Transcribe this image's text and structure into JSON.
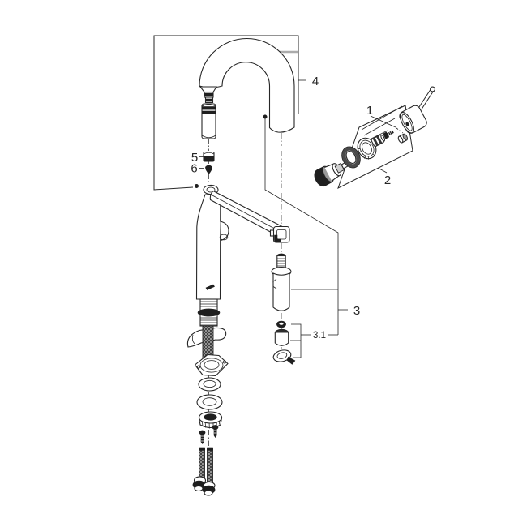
{
  "figure": {
    "type": "exploded-parts-diagram",
    "subject": "kitchen-faucet",
    "background": "#ffffff",
    "line_color": "#262626",
    "accent_gray_line": "#ababab"
  },
  "callouts": {
    "c1": {
      "text": "1"
    },
    "c2": {
      "text": "2"
    },
    "c3": {
      "text": "3"
    },
    "c31": {
      "text": "3.1"
    },
    "c4": {
      "text": "4"
    },
    "c5": {
      "text": "5"
    },
    "c6": {
      "text": "6"
    }
  }
}
